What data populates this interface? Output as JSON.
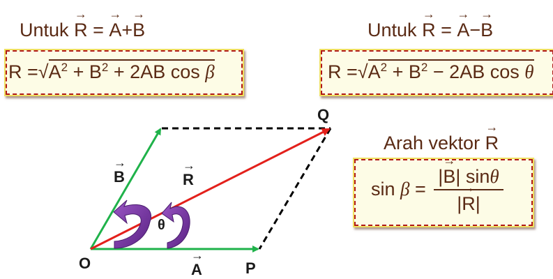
{
  "left_heading": {
    "prefix": "Untuk",
    "lhs": "R",
    "eq": "=",
    "a": "A",
    "op": "+",
    "b": "B"
  },
  "right_heading": {
    "prefix": "Untuk",
    "lhs": "R",
    "eq": "=",
    "a": "A",
    "op": "−",
    "b": "B"
  },
  "formula_sum": {
    "lhs": "R =",
    "radicand_a": "A",
    "radicand_b": "B",
    "exp": "2",
    "tail": "+ 2AB cos",
    "angle": "β",
    "plus": "+"
  },
  "formula_diff": {
    "lhs": "R =",
    "radicand_a": "A",
    "radicand_b": "B",
    "exp": "2",
    "tail": "− 2AB cos",
    "angle": "θ",
    "plus": "+"
  },
  "direction_heading": {
    "text": "Arah vektor",
    "vec": "R"
  },
  "formula_direction": {
    "lhs": "sin",
    "angle": "β",
    "eq": "=",
    "num_vec": "B",
    "num_tail": "sin",
    "num_angle": "θ",
    "den_vec": "R"
  },
  "diagram": {
    "point_O": "O",
    "point_P": "P",
    "point_Q": "Q",
    "vec_A": "A",
    "vec_B": "B",
    "vec_R": "R",
    "angle": "θ",
    "colors": {
      "A": "#1fb24a",
      "B": "#1fb24a",
      "R": "#e3201b",
      "dashed": "#000000",
      "arc": "#7b3a9e"
    }
  }
}
